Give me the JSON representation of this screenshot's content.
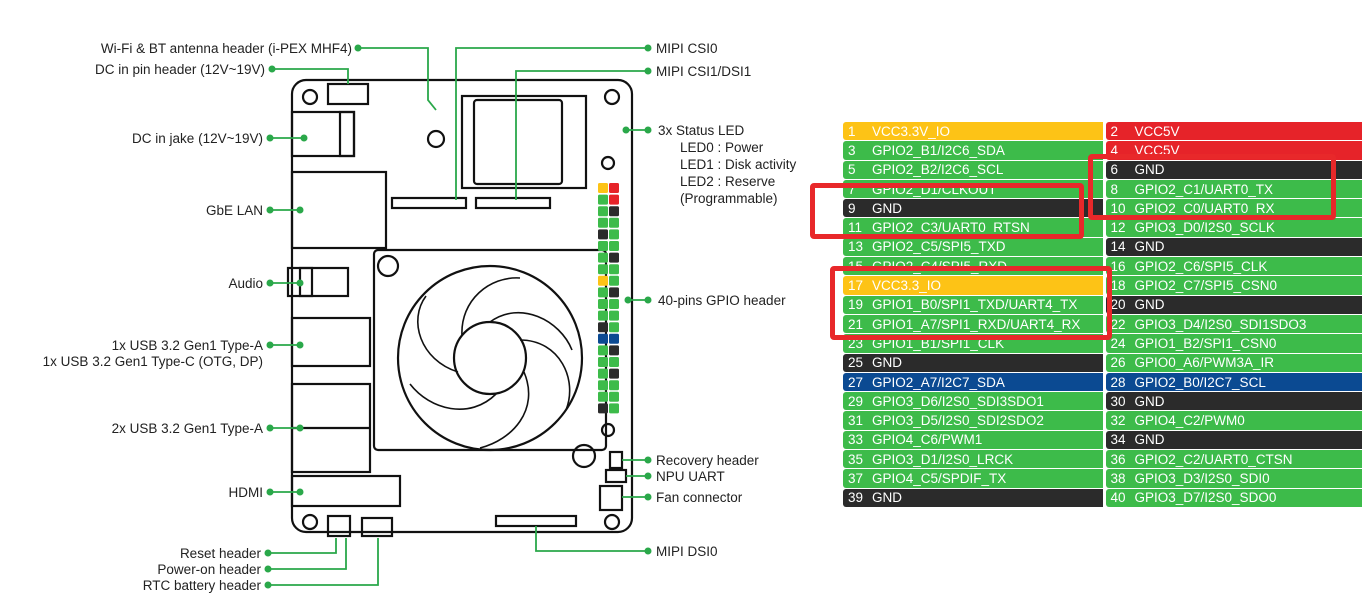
{
  "labels": {
    "wifi": "Wi-Fi & BT antenna header (i-PEX MHF4)",
    "dc_pin": "DC in pin header (12V~19V)",
    "dc_jack": "DC in jake (12V~19V)",
    "gbe": "GbE LAN",
    "audio": "Audio",
    "usb_a1": "1x USB 3.2 Gen1 Type-A",
    "usb_c": "1x USB 3.2 Gen1 Type-C (OTG, DP)",
    "usb_a2": "2x USB 3.2 Gen1 Type-A",
    "hdmi": "HDMI",
    "reset": "Reset header",
    "power_on": "Power-on header",
    "rtc": "RTC battery header",
    "csi0": "MIPI CSI0",
    "csi1": "MIPI CSI1/DSI1",
    "status_led": "3x Status LED",
    "led0": "LED0 : Power",
    "led1": "LED1 : Disk activity",
    "led2": "LED2 : Reserve",
    "led2b": "(Programmable)",
    "gpio_header": "40-pins GPIO header",
    "recovery": "Recovery header",
    "npu_uart": "NPU UART",
    "fan": "Fan connector",
    "dsi0": "MIPI DSI0"
  },
  "colors": {
    "yellow": "#fdc316",
    "red": "#e62329",
    "green": "#3dbb4a",
    "black": "#2b2b2b",
    "blue": "#0b4a92",
    "highlight": "#e8282a",
    "leader": "#2aa84a"
  },
  "pins": [
    {
      "num": "1",
      "name": "VCC3.3V_IO",
      "color": "yellow"
    },
    {
      "num": "2",
      "name": "VCC5V",
      "color": "red"
    },
    {
      "num": "3",
      "name": "GPIO2_B1/I2C6_SDA",
      "color": "green"
    },
    {
      "num": "4",
      "name": "VCC5V",
      "color": "red"
    },
    {
      "num": "5",
      "name": "GPIO2_B2/I2C6_SCL",
      "color": "green"
    },
    {
      "num": "6",
      "name": "GND",
      "color": "black"
    },
    {
      "num": "7",
      "name": "GPIO2_D1/CLKOUT",
      "color": "green"
    },
    {
      "num": "8",
      "name": "GPIO2_C1/UART0_TX",
      "color": "green"
    },
    {
      "num": "9",
      "name": "GND",
      "color": "black"
    },
    {
      "num": "10",
      "name": "GPIO2_C0/UART0_RX",
      "color": "green"
    },
    {
      "num": "11",
      "name": "GPIO2_C3/UART0_RTSN",
      "color": "green"
    },
    {
      "num": "12",
      "name": "GPIO3_D0/I2S0_SCLK",
      "color": "green"
    },
    {
      "num": "13",
      "name": "GPIO2_C5/SPI5_TXD",
      "color": "green"
    },
    {
      "num": "14",
      "name": "GND",
      "color": "black"
    },
    {
      "num": "15",
      "name": "GPIO2_C4/SPI5_RXD",
      "color": "green"
    },
    {
      "num": "16",
      "name": "GPIO2_C6/SPI5_CLK",
      "color": "green"
    },
    {
      "num": "17",
      "name": "VCC3.3_IO",
      "color": "yellow"
    },
    {
      "num": "18",
      "name": "GPIO2_C7/SPI5_CSN0",
      "color": "green"
    },
    {
      "num": "19",
      "name": "GPIO1_B0/SPI1_TXD/UART4_TX",
      "color": "green"
    },
    {
      "num": "20",
      "name": "GND",
      "color": "black"
    },
    {
      "num": "21",
      "name": "GPIO1_A7/SPI1_RXD/UART4_RX",
      "color": "green"
    },
    {
      "num": "22",
      "name": "GPIO3_D4/I2S0_SDI1SDO3",
      "color": "green"
    },
    {
      "num": "23",
      "name": "GPIO1_B1/SPI1_CLK",
      "color": "green"
    },
    {
      "num": "24",
      "name": "GPIO1_B2/SPI1_CSN0",
      "color": "green"
    },
    {
      "num": "25",
      "name": "GND",
      "color": "black"
    },
    {
      "num": "26",
      "name": "GPIO0_A6/PWM3A_IR",
      "color": "green"
    },
    {
      "num": "27",
      "name": "GPIO2_A7/I2C7_SDA",
      "color": "blue"
    },
    {
      "num": "28",
      "name": "GPIO2_B0/I2C7_SCL",
      "color": "blue"
    },
    {
      "num": "29",
      "name": "GPIO3_D6/I2S0_SDI3SDO1",
      "color": "green"
    },
    {
      "num": "30",
      "name": "GND",
      "color": "black"
    },
    {
      "num": "31",
      "name": "GPIO3_D5/I2S0_SDI2SDO2",
      "color": "green"
    },
    {
      "num": "32",
      "name": "GPIO4_C2/PWM0",
      "color": "green"
    },
    {
      "num": "33",
      "name": "GPIO4_C6/PWM1",
      "color": "green"
    },
    {
      "num": "34",
      "name": "GND",
      "color": "black"
    },
    {
      "num": "35",
      "name": "GPIO3_D1/I2S0_LRCK",
      "color": "green"
    },
    {
      "num": "36",
      "name": "GPIO2_C2/UART0_CTSN",
      "color": "green"
    },
    {
      "num": "37",
      "name": "GPIO4_C5/SPDIF_TX",
      "color": "green"
    },
    {
      "num": "38",
      "name": "GPIO3_D3/I2S0_SDI0",
      "color": "green"
    },
    {
      "num": "39",
      "name": "GND",
      "color": "black"
    },
    {
      "num": "40",
      "name": "GPIO3_D7/I2S0_SDO0",
      "color": "green"
    }
  ],
  "highlights": [
    {
      "group": "uart0-tx-rx"
    },
    {
      "group": "gnd-rtsn"
    },
    {
      "group": "vcc-uart4"
    }
  ]
}
